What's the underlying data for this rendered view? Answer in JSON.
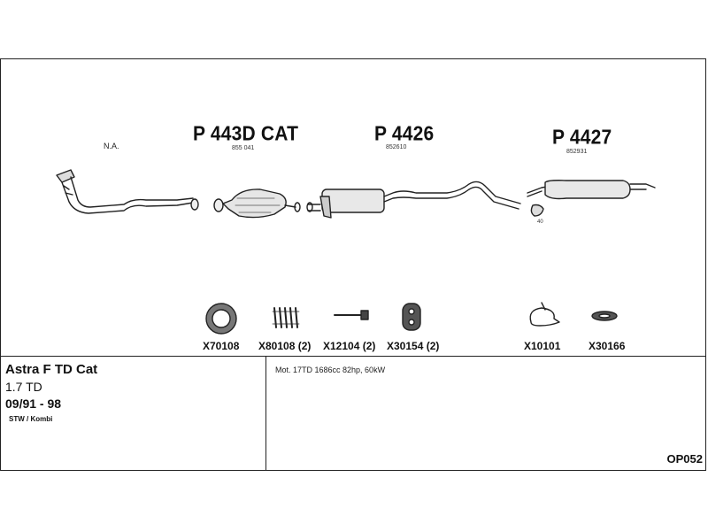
{
  "parts": {
    "na": "N.A.",
    "cat": {
      "number": "P 443D CAT",
      "sub": "855 041"
    },
    "mid": {
      "number": "P 4426",
      "sub": "852610"
    },
    "rear": {
      "number": "P 4427",
      "sub": "852931"
    },
    "hanger_label": "40"
  },
  "accessories": [
    {
      "code": "X70108",
      "icon": "ring-gasket-icon"
    },
    {
      "code": "X80108 (2)",
      "icon": "spring-icon"
    },
    {
      "code": "X12104 (2)",
      "icon": "bolt-icon"
    },
    {
      "code": "X30154 (2)",
      "icon": "rubber-mount-icon"
    },
    {
      "code": "X10101",
      "icon": "clamp-icon"
    },
    {
      "code": "X30166",
      "icon": "rubber-ring-icon"
    }
  ],
  "vehicle": {
    "model": "Astra F TD Cat",
    "engine": "1.7 TD",
    "years": "09/91 - 98",
    "body": "STW / Kombi"
  },
  "engine_spec": "Mot. 17TD 1686cc 82hp, 60kW",
  "reference": "OP052"
}
